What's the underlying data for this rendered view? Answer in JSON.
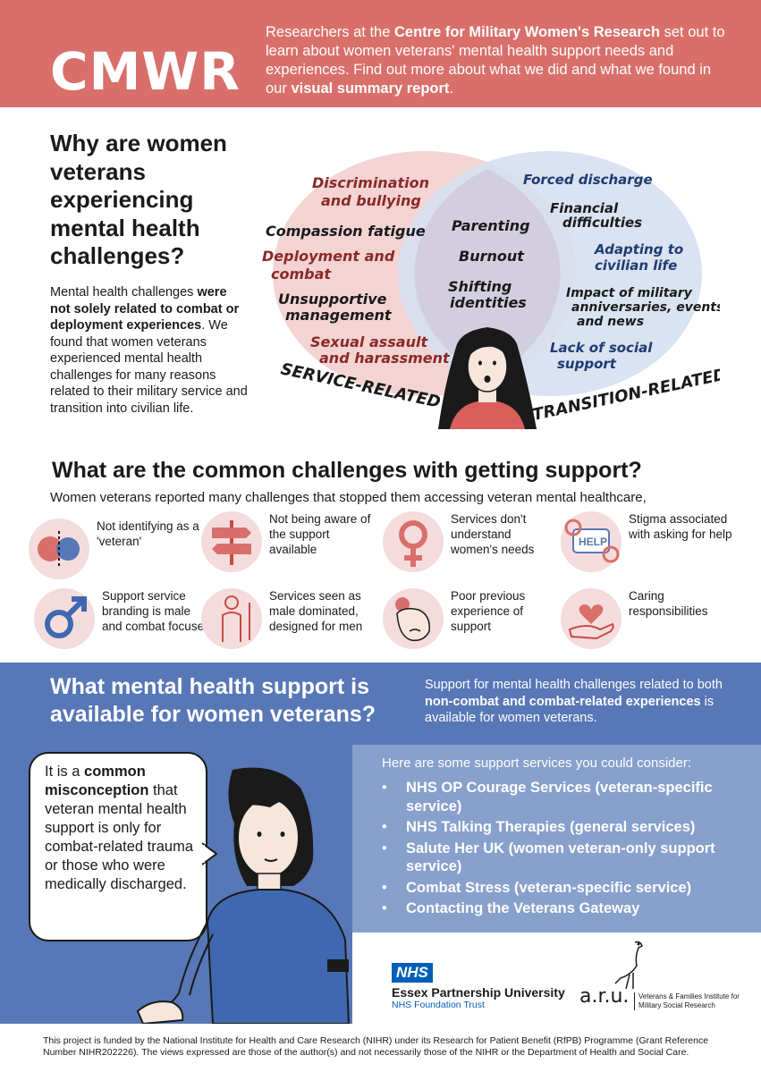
{
  "header": {
    "logo": "CMWR",
    "intro_1": "Researchers at the ",
    "intro_bold_1": "Centre for Military Women's Research",
    "intro_2": " set out to learn about women veterans' mental health support needs and experiences.  Find out more about what we did and what we found in our ",
    "intro_bold_2": "visual summary report",
    "intro_3": ".",
    "color": "#d96f6a"
  },
  "why": {
    "title": "Why are women veterans experiencing mental health challenges?",
    "body_1": "Mental health challenges ",
    "body_bold": "were not solely related to combat or deployment experiences",
    "body_2": ". We found that women veterans experienced mental health challenges for many reasons related to their military service and transition into civilian life."
  },
  "venn": {
    "service_label": "SERVICE-RELATED",
    "transition_label": "TRANSITION-RELATED",
    "service_items": [
      "Discrimination",
      "and bullying",
      "Compassion fatigue",
      "Deployment and",
      "combat",
      "Unsupportive",
      "management",
      "Sexual assault",
      "and harassment"
    ],
    "shared_items": [
      "Parenting",
      "Burnout",
      "Shifting",
      "identities"
    ],
    "transition_items": [
      "Forced discharge",
      "Financial",
      "difficulties",
      "Adapting to",
      "civilian life",
      "Impact of military",
      "anniversaries, events",
      "and news",
      "Lack of social",
      "support"
    ],
    "service_color": "#f3d4d3",
    "transition_color": "#d6e0ef",
    "service_text_color": "#8a2a2a",
    "transition_text_color": "#1f3b73"
  },
  "challenges": {
    "title": "What are the common challenges with getting support?",
    "subtitle": "Women veterans reported many challenges that stopped them accessing veteran mental healthcare,",
    "items": [
      {
        "label": "Not identifying as a 'veteran'",
        "icon": "identity-faces-icon"
      },
      {
        "label": "Not being aware of the support available",
        "icon": "signpost-icon"
      },
      {
        "label": "Services don't understand women's needs",
        "icon": "female-symbol-icon"
      },
      {
        "label": "Stigma associated with asking for help",
        "icon": "help-sign-icon"
      },
      {
        "label": "Support service branding is male and combat focused",
        "icon": "male-symbol-icon"
      },
      {
        "label": "Services seen as male dominated, designed for men",
        "icon": "man-figure-icon"
      },
      {
        "label": "Poor previous experience of support",
        "icon": "sad-face-icon"
      },
      {
        "label": "Caring responsibilities",
        "icon": "heart-hand-icon"
      }
    ]
  },
  "support": {
    "title": "What mental health support is available for women veterans?",
    "note_1": "Support for mental health challenges related to both ",
    "note_bold": "non-combat and combat-related experiences",
    "note_2": " is available for women veterans.",
    "intro": "Here are some support services you could consider:",
    "services": [
      "NHS OP Courage Services (veteran-specific service)",
      "NHS Talking Therapies (general services)",
      "Salute Her UK (women veteran-only support service)",
      "Combat Stress (veteran-specific service)",
      "Contacting the Veterans Gateway"
    ],
    "bubble_1": "It is a ",
    "bubble_bold": "common misconception",
    "bubble_2": " that veteran mental health support is only for combat-related trauma or those who were medically discharged.",
    "color": "#5877b6"
  },
  "logos": {
    "nhs_badge": "NHS",
    "nhs_name": "Essex Partnership University",
    "nhs_trust": "NHS Foundation Trust",
    "aru": "a.r.u.",
    "aru_sub": "Veterans & Families Institute for Military Social Research"
  },
  "footer": "This project is funded by the National Institute for Health and Care Research (NIHR) under its Research for Patient Benefit (RfPB) Programme (Grant Reference Number NIHR202226). The views expressed are those of the author(s) and not necessarily those of the NIHR or the Department of Health and Social Care."
}
